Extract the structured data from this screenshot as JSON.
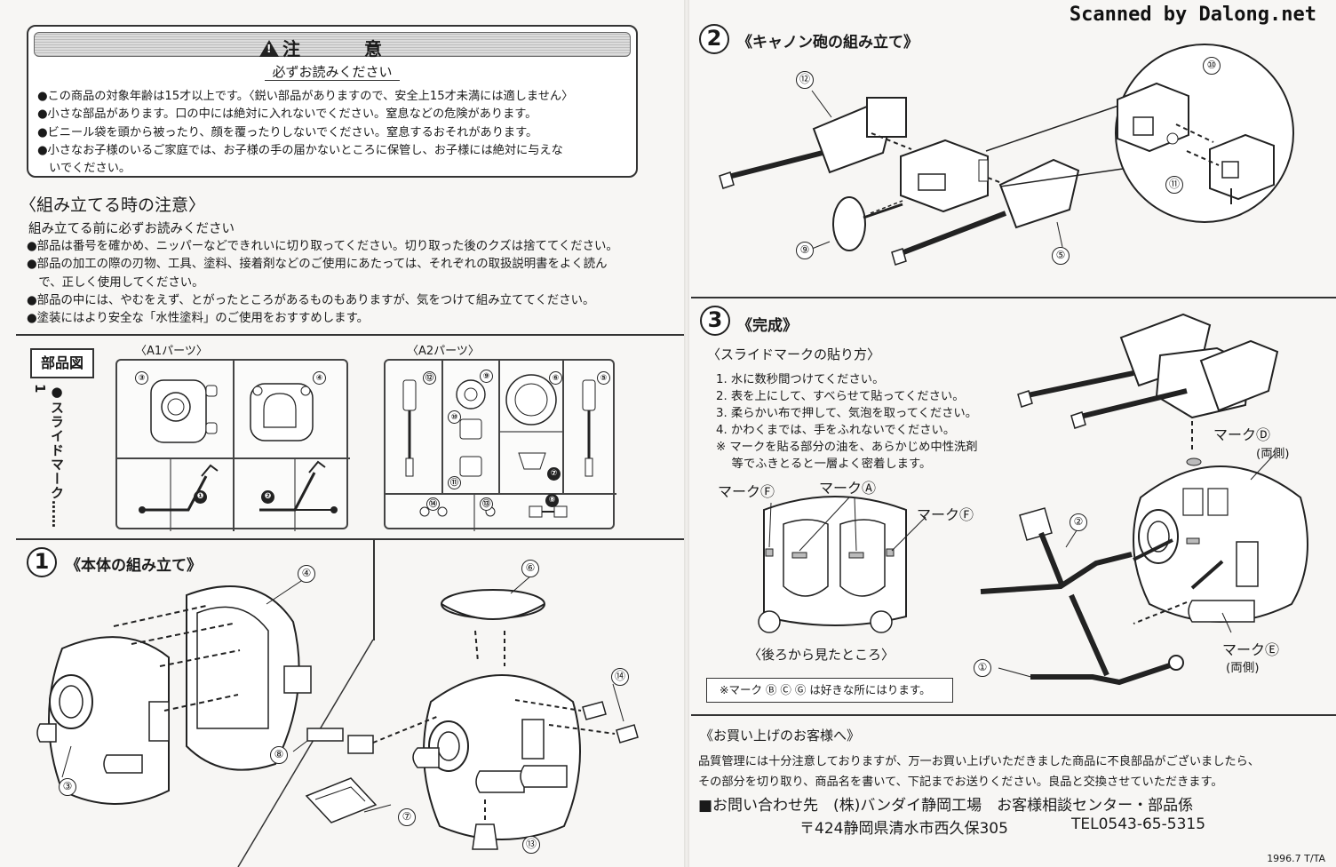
{
  "watermark": "Scanned by Dalong.net",
  "caution": {
    "title": "注　意",
    "subtitle": "必ずお読みください",
    "items": [
      "●この商品の対象年齢は15才以上です。〈鋭い部品がありますので、安全上15才未満には適しません〉",
      "●小さな部品があります。口の中には絶対に入れないでください。窒息などの危険があります。",
      "●ビニール袋を頭から被ったり、顔を覆ったりしないでください。窒息するおそれがあります。",
      "●小さなお子様のいるご家庭では、お子様の手の届かないところに保管し、お子様には絶対に与えな",
      "　いでください。"
    ]
  },
  "assembly_notes": {
    "heading": "〈組み立てる時の注意〉",
    "subtitle": "組み立てる前に必ずお読みください",
    "items": [
      "●部品は番号を確かめ、ニッパーなどできれいに切り取ってください。切り取った後のクズは捨ててください。",
      "●部品の加工の際の刃物、工具、塗料、接着剤などのご使用にあたっては、それぞれの取扱説明書をよく読ん",
      "　で、正しく使用してください。",
      "●部品の中には、やむをえず、とがったところがあるものもありますが、気をつけて組み立ててください。",
      "●塗装にはより安全な「水性塗料」のご使用をおすすめします。"
    ]
  },
  "parts_diagram": {
    "label": "部品図",
    "decal_note": "●スライドマーク……1",
    "a1_label": "〈A1パーツ〉",
    "a2_label": "〈A2パーツ〉",
    "a1_parts": [
      "③",
      "④",
      "❶",
      "❷"
    ],
    "a2_parts": [
      "⑫",
      "⑨",
      "⑥",
      "⑤",
      "⑩",
      "⑪",
      "⑦",
      "⑭",
      "⑬",
      "⑧"
    ]
  },
  "step1": {
    "number": "1",
    "title": "《本体の組み立て》",
    "callouts": [
      "④",
      "③",
      "⑥",
      "⑭",
      "⑧",
      "⑦",
      "⑬"
    ]
  },
  "step2": {
    "number": "2",
    "title": "《キャノン砲の組み立て》",
    "callouts": [
      "⑫",
      "⑩",
      "⑪",
      "⑨",
      "⑤"
    ]
  },
  "step3": {
    "number": "3",
    "title": "《完成》",
    "decal_heading": "〈スライドマークの貼り方〉",
    "decal_steps": [
      "1. 水に数秒間つけてください。",
      "2. 表を上にして、すべらせて貼ってください。",
      "3. 柔らかい布で押して、気泡を取ってください。",
      "4. かわくまでは、手をふれないでください。",
      "※ マークを貼る部分の油を、あらかじめ中性洗剤",
      "　 等でふきとると一層よく密着します。"
    ],
    "marks": {
      "f_left": "マークⒻ",
      "a": "マークⒶ",
      "f_right": "マークⒻ",
      "d": "マークⒹ",
      "d_sub": "(両側)",
      "e": "マークⒺ",
      "e_sub": "(両側)"
    },
    "rear_view_caption": "〈後ろから見たところ〉",
    "callouts": [
      "②",
      "①"
    ],
    "note": "※マーク Ⓑ Ⓒ Ⓖ は好きな所にはります。"
  },
  "customer": {
    "title": "《お買い上げのお客様へ》",
    "body": [
      "品質管理には十分注意しておりますが、万一お買い上げいただきました商品に不良部品がございましたら、",
      "その部分を切り取り、商品名を書いて、下記までお送りください。良品と交換させていただきます。"
    ],
    "contact_line": "■お問い合わせ先　(株)バンダイ静岡工場　お客様相談センター・部品係",
    "address": "〒424静岡県清水市西久保305",
    "phone": "TEL0543-65-5315"
  },
  "footer_code": "1996.7 T/TA"
}
